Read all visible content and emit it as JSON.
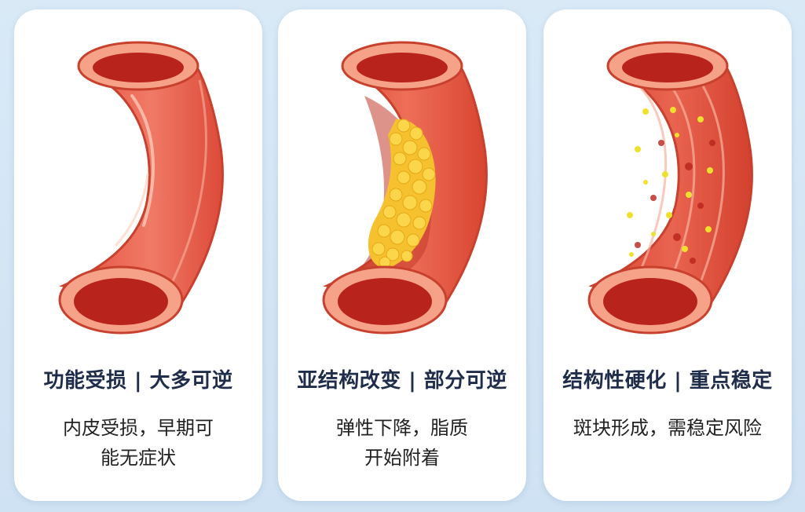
{
  "cards": [
    {
      "title": "功能受损 | 大多可逆",
      "desc": [
        "内皮受损，早期可",
        "能无症状"
      ]
    },
    {
      "title": "亚结构改变 | 部分可逆",
      "desc": [
        "弹性下降，脂质",
        "开始附着"
      ]
    },
    {
      "title": "结构性硬化 | 重点稳定",
      "desc": [
        "斑块形成，需稳定风险"
      ]
    }
  ],
  "colors": {
    "background": "#d4e6f5",
    "card": "#ffffff",
    "title": "#1f2d4a",
    "vessel_outer": "#e8604e",
    "vessel_edge": "#c8402e",
    "lumen": "#b8241c",
    "rim": "#f6a288",
    "plaque": "#f5c12e",
    "spots": "#f0e02e"
  },
  "icons": [
    "healthy-vessel-icon",
    "fatty-deposit-vessel-icon",
    "hardened-vessel-icon"
  ]
}
